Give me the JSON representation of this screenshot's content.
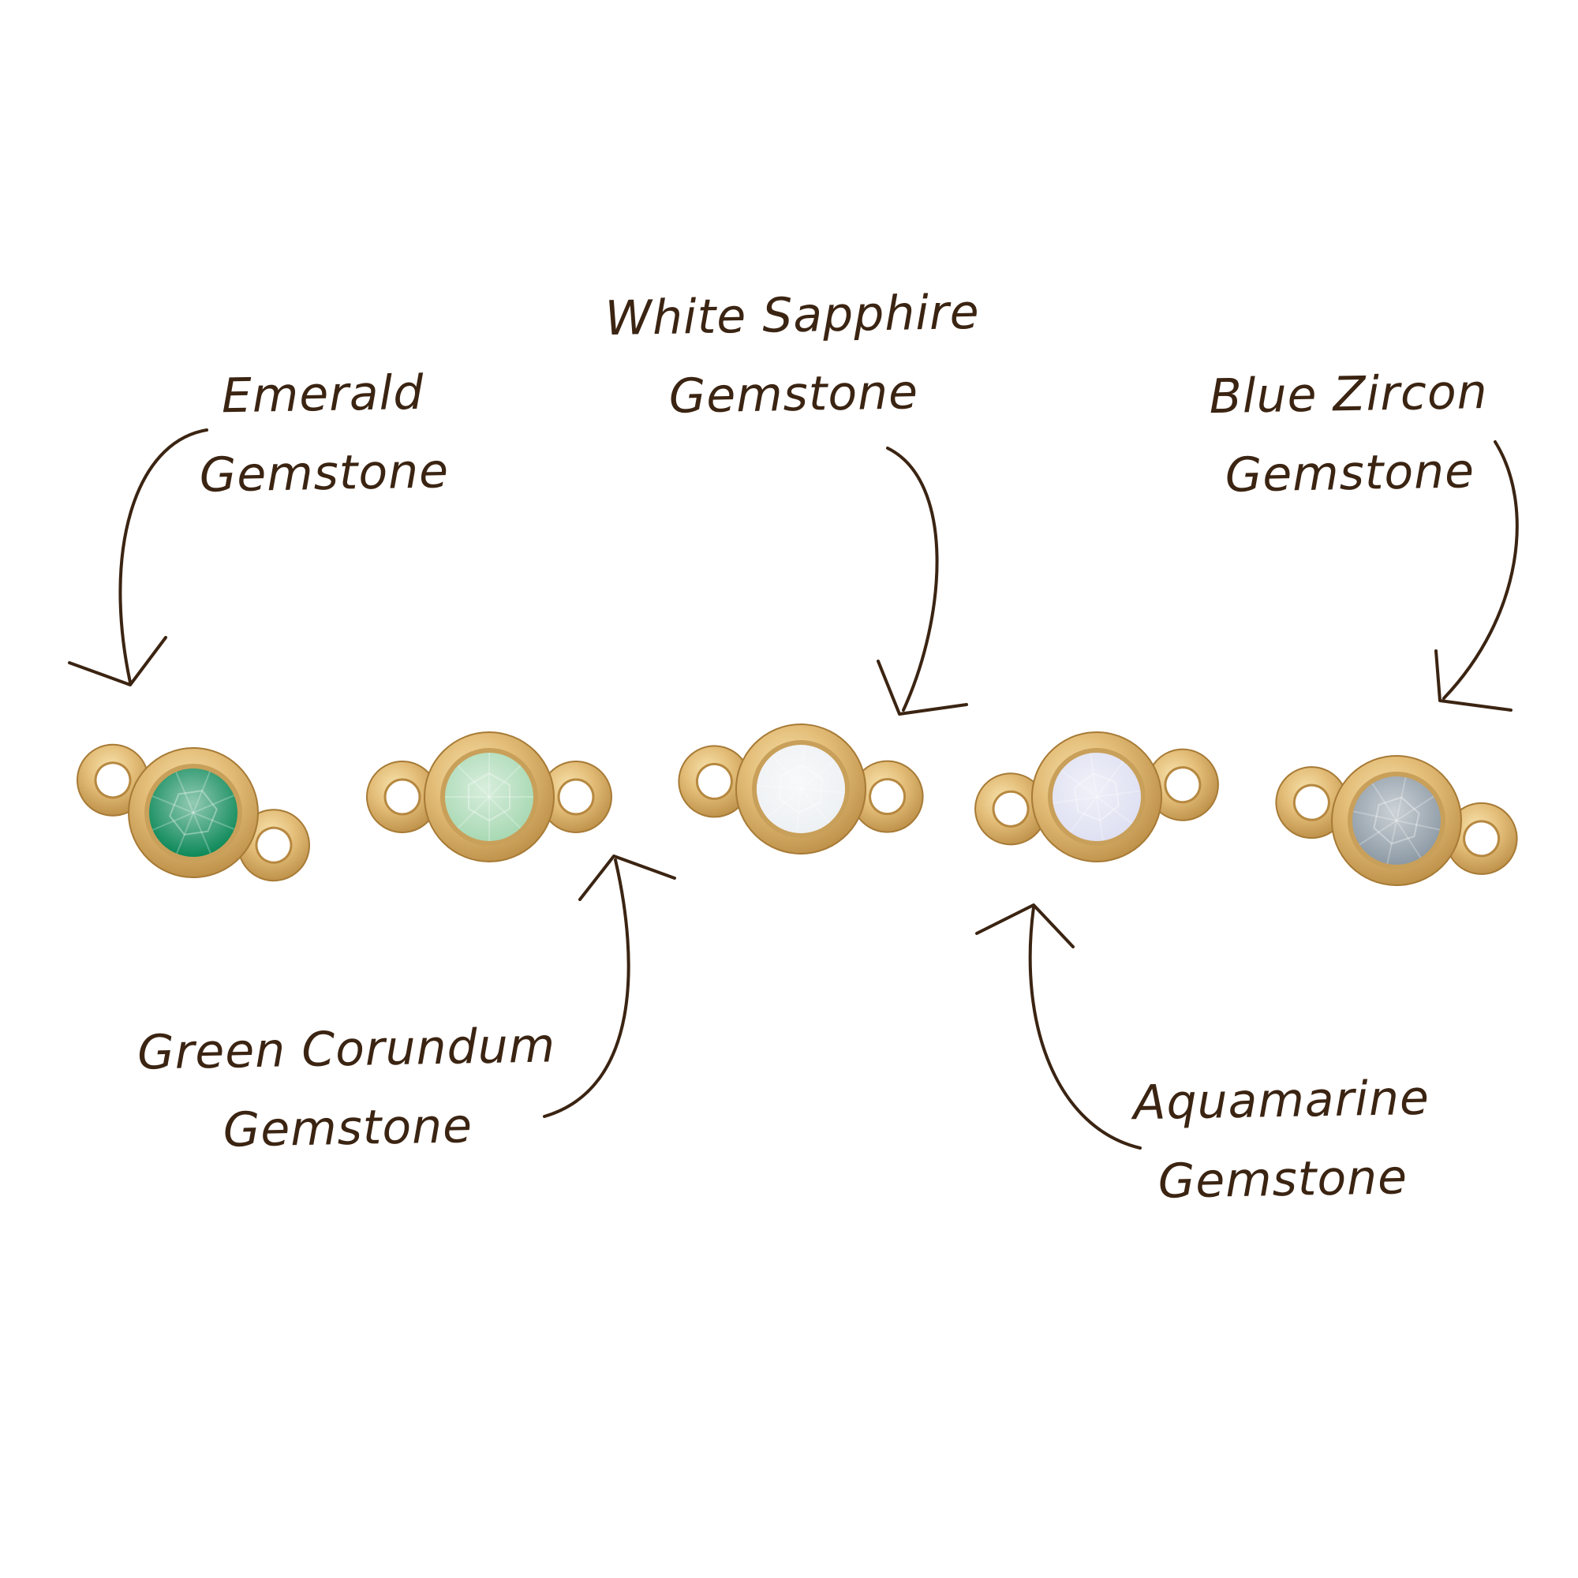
{
  "colors": {
    "background": "#ffffff",
    "ink": "#3b2412",
    "gold_light": "#f3d79a",
    "gold_mid": "#dcb26a",
    "gold_dark": "#b68840"
  },
  "gemstones": [
    {
      "line1": "Emerald",
      "line2": "Gemstone",
      "stone_color": "#0f8a5a",
      "icon": "gold-connector-charm"
    },
    {
      "line1": "Green Corundum",
      "line2": "Gemstone",
      "stone_color": "#a9d9b4",
      "icon": "gold-connector-charm"
    },
    {
      "line1": "White Sapphire",
      "line2": "Gemstone",
      "stone_color": "#eef1f4",
      "icon": "gold-connector-charm"
    },
    {
      "line1": "Aquamarine",
      "line2": "Gemstone",
      "stone_color": "#dfe0f2",
      "icon": "gold-connector-charm"
    },
    {
      "line1": "Blue Zircon",
      "line2": "Gemstone",
      "stone_color": "#8e9ba6",
      "icon": "gold-connector-charm"
    }
  ]
}
